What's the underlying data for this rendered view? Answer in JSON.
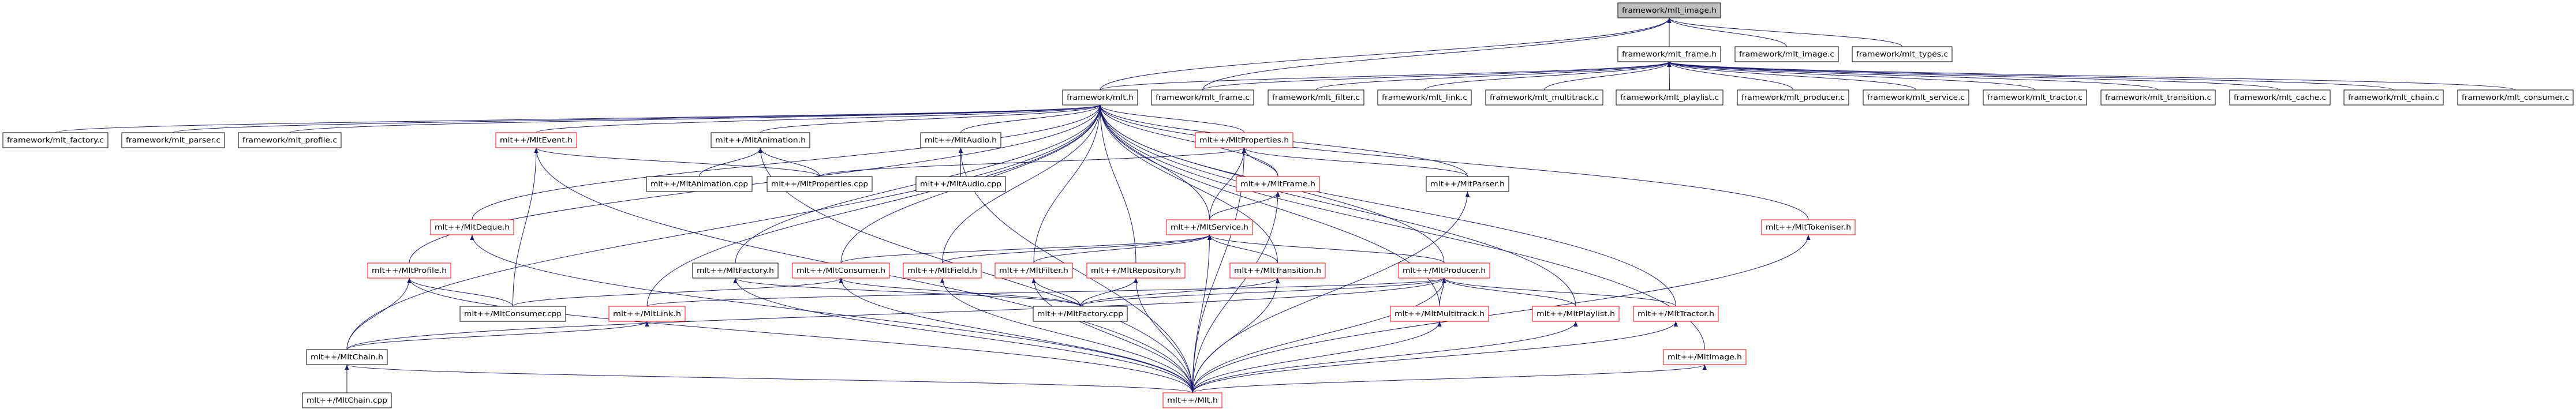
{
  "graph": {
    "edge_color": "#191970",
    "highlight_fill": "#bfbfbf",
    "incomplete_border_color": "#ff0000",
    "nodes": [
      {
        "label": "framework/mlt_image.h",
        "style": "gray"
      },
      {
        "label": "framework/mlt_frame.h",
        "style": "normal"
      },
      {
        "label": "framework/mlt_image.c",
        "style": "normal"
      },
      {
        "label": "framework/mlt_types.c",
        "style": "normal"
      },
      {
        "label": "framework/mlt.h",
        "style": "normal"
      },
      {
        "label": "framework/mlt_frame.c",
        "style": "normal"
      },
      {
        "label": "framework/mlt_filter.c",
        "style": "normal"
      },
      {
        "label": "framework/mlt_link.c",
        "style": "normal"
      },
      {
        "label": "framework/mlt_multitrack.c",
        "style": "normal"
      },
      {
        "label": "framework/mlt_playlist.c",
        "style": "normal"
      },
      {
        "label": "framework/mlt_producer.c",
        "style": "normal"
      },
      {
        "label": "framework/mlt_service.c",
        "style": "normal"
      },
      {
        "label": "framework/mlt_tractor.c",
        "style": "normal"
      },
      {
        "label": "framework/mlt_transition.c",
        "style": "normal"
      },
      {
        "label": "framework/mlt_cache.c",
        "style": "normal"
      },
      {
        "label": "framework/mlt_chain.c",
        "style": "normal"
      },
      {
        "label": "framework/mlt_consumer.c",
        "style": "normal"
      },
      {
        "label": "framework/mlt_factory.c",
        "style": "normal"
      },
      {
        "label": "framework/mlt_parser.c",
        "style": "normal"
      },
      {
        "label": "framework/mlt_profile.c",
        "style": "normal"
      },
      {
        "label": "mlt++/MltEvent.h",
        "style": "red"
      },
      {
        "label": "mlt++/MltAnimation.h",
        "style": "normal"
      },
      {
        "label": "mlt++/MltAudio.h",
        "style": "normal"
      },
      {
        "label": "mlt++/MltProperties.h",
        "style": "red"
      },
      {
        "label": "mlt++/MltAnimation.cpp",
        "style": "normal"
      },
      {
        "label": "mlt++/MltProperties.cpp",
        "style": "normal"
      },
      {
        "label": "mlt++/MltAudio.cpp",
        "style": "normal"
      },
      {
        "label": "mlt++/MltFrame.h",
        "style": "red"
      },
      {
        "label": "mlt++/MltParser.h",
        "style": "normal"
      },
      {
        "label": "mlt++/MltDeque.h",
        "style": "red"
      },
      {
        "label": "mlt++/MltService.h",
        "style": "red"
      },
      {
        "label": "mlt++/MltTokeniser.h",
        "style": "red"
      },
      {
        "label": "mlt++/MltProfile.h",
        "style": "red"
      },
      {
        "label": "mlt++/MltFactory.h",
        "style": "normal"
      },
      {
        "label": "mlt++/MltConsumer.h",
        "style": "red"
      },
      {
        "label": "mlt++/MltField.h",
        "style": "red"
      },
      {
        "label": "mlt++/MltFilter.h",
        "style": "red"
      },
      {
        "label": "mlt++/MltRepository.h",
        "style": "red"
      },
      {
        "label": "mlt++/MltTransition.h",
        "style": "red"
      },
      {
        "label": "mlt++/MltProducer.h",
        "style": "red"
      },
      {
        "label": "mlt++/MltConsumer.cpp",
        "style": "normal"
      },
      {
        "label": "mlt++/MltLink.h",
        "style": "red"
      },
      {
        "label": "mlt++/MltFactory.cpp",
        "style": "normal"
      },
      {
        "label": "mlt++/MltMultitrack.h",
        "style": "red"
      },
      {
        "label": "mlt++/MltPlaylist.h",
        "style": "red"
      },
      {
        "label": "mlt++/MltTractor.h",
        "style": "red"
      },
      {
        "label": "mlt++/MltChain.h",
        "style": "normal"
      },
      {
        "label": "mlt++/MltImage.h",
        "style": "red"
      },
      {
        "label": "mlt++/MltChain.cpp",
        "style": "normal"
      },
      {
        "label": "mlt++/Mlt.h",
        "style": "red"
      }
    ],
    "edges": [
      [
        1,
        0
      ],
      [
        4,
        0
      ],
      [
        5,
        0
      ],
      [
        2,
        0
      ],
      [
        3,
        0
      ],
      [
        4,
        1
      ],
      [
        5,
        1
      ],
      [
        6,
        1
      ],
      [
        7,
        1
      ],
      [
        8,
        1
      ],
      [
        9,
        1
      ],
      [
        10,
        1
      ],
      [
        11,
        1
      ],
      [
        12,
        1
      ],
      [
        13,
        1
      ],
      [
        14,
        1
      ],
      [
        15,
        1
      ],
      [
        16,
        1
      ],
      [
        17,
        4
      ],
      [
        18,
        4
      ],
      [
        19,
        4
      ],
      [
        20,
        4
      ],
      [
        21,
        4
      ],
      [
        22,
        4
      ],
      [
        23,
        4
      ],
      [
        27,
        4
      ],
      [
        28,
        4
      ],
      [
        29,
        4
      ],
      [
        32,
        4
      ],
      [
        46,
        4
      ],
      [
        41,
        4
      ],
      [
        33,
        4
      ],
      [
        34,
        4
      ],
      [
        35,
        4
      ],
      [
        36,
        4
      ],
      [
        37,
        4
      ],
      [
        30,
        4
      ],
      [
        38,
        4
      ],
      [
        39,
        4
      ],
      [
        43,
        4
      ],
      [
        44,
        4
      ],
      [
        45,
        4
      ],
      [
        47,
        4
      ],
      [
        31,
        4
      ],
      [
        25,
        20
      ],
      [
        40,
        20
      ],
      [
        49,
        20
      ],
      [
        24,
        21
      ],
      [
        25,
        21
      ],
      [
        49,
        21
      ],
      [
        26,
        22
      ],
      [
        49,
        22
      ],
      [
        25,
        23
      ],
      [
        27,
        23
      ],
      [
        28,
        23
      ],
      [
        30,
        23
      ],
      [
        49,
        23
      ],
      [
        30,
        27
      ],
      [
        49,
        27
      ],
      [
        49,
        28
      ],
      [
        49,
        29
      ],
      [
        40,
        32
      ],
      [
        46,
        32
      ],
      [
        49,
        32
      ],
      [
        34,
        30
      ],
      [
        35,
        30
      ],
      [
        36,
        30
      ],
      [
        38,
        30
      ],
      [
        39,
        30
      ],
      [
        49,
        30
      ],
      [
        42,
        33
      ],
      [
        49,
        33
      ],
      [
        40,
        34
      ],
      [
        42,
        34
      ],
      [
        49,
        34
      ],
      [
        49,
        35
      ],
      [
        42,
        36
      ],
      [
        49,
        36
      ],
      [
        42,
        37
      ],
      [
        49,
        37
      ],
      [
        42,
        38
      ],
      [
        49,
        38
      ],
      [
        42,
        39
      ],
      [
        43,
        39
      ],
      [
        44,
        39
      ],
      [
        45,
        39
      ],
      [
        46,
        39
      ],
      [
        41,
        39
      ],
      [
        49,
        39
      ],
      [
        46,
        41
      ],
      [
        48,
        46
      ],
      [
        49,
        46
      ],
      [
        49,
        43
      ],
      [
        49,
        44
      ],
      [
        49,
        45
      ],
      [
        49,
        47
      ],
      [
        49,
        31
      ]
    ]
  }
}
